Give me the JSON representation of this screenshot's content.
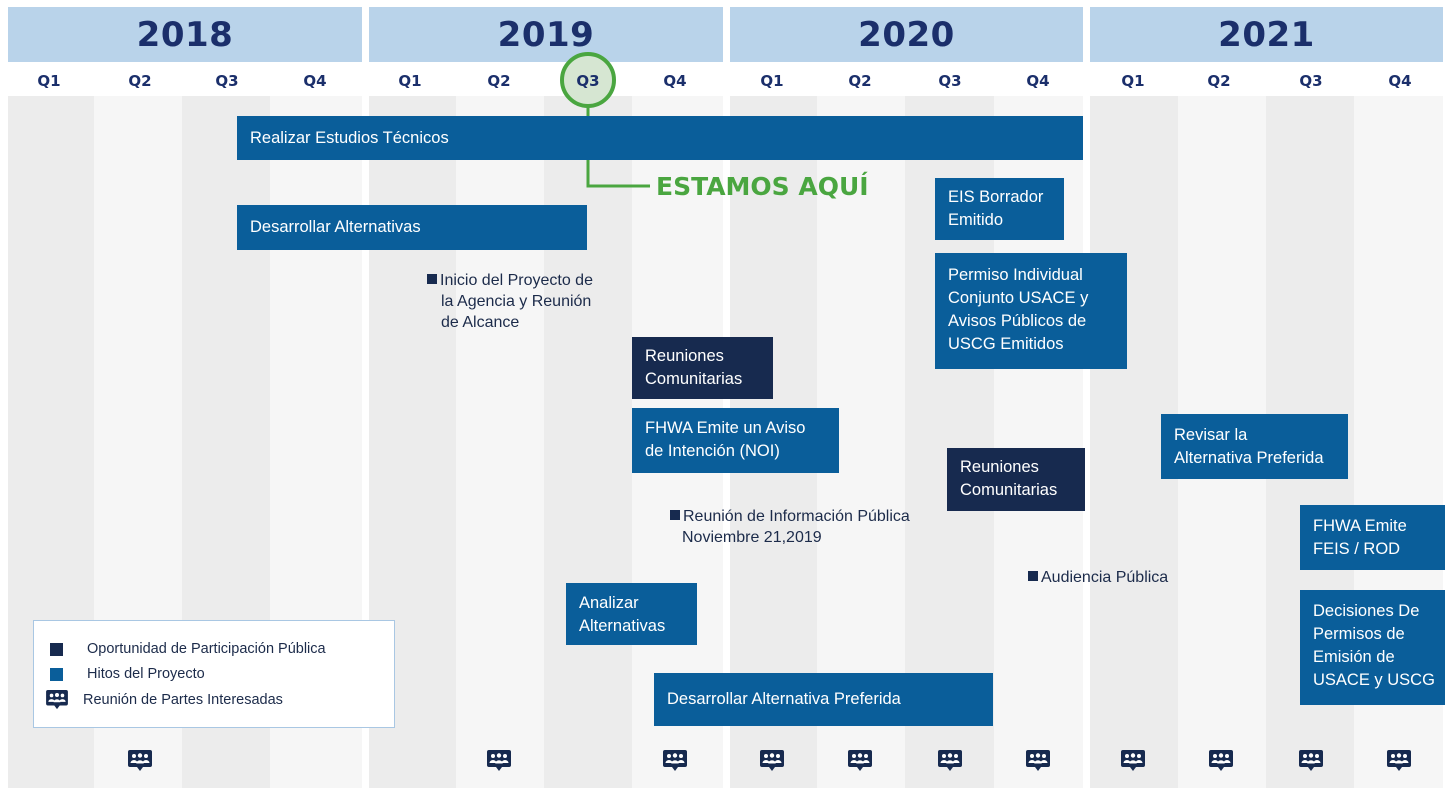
{
  "years": [
    "2018",
    "2019",
    "2020",
    "2021"
  ],
  "quarters": [
    "Q1",
    "Q2",
    "Q3",
    "Q4",
    "Q1",
    "Q2",
    "Q3",
    "Q4",
    "Q1",
    "Q2",
    "Q3",
    "Q4",
    "Q1",
    "Q2",
    "Q3",
    "Q4"
  ],
  "current_quarter_label": "Q3",
  "here_label": "ESTAMOS AQUÍ",
  "colors": {
    "milestone": "#0a5e9a",
    "public": "#172a4f",
    "here": "#4aa640",
    "year_band": "#b9d3ea"
  },
  "bars": {
    "estudios": "Realizar Estudios Técnicos",
    "desarrollar_alt": "Desarrollar Alternativas",
    "eis": [
      "EIS Borrador",
      "Emitido"
    ],
    "permiso": [
      "Permiso Individual",
      "Conjunto USACE y",
      "Avisos Públicos de",
      "USCG Emitidos"
    ],
    "reuniones_1": [
      "Reuniones",
      "Comunitarias"
    ],
    "fhwa_noi": [
      "FHWA Emite un Aviso",
      "de Intención (NOI)"
    ],
    "reuniones_2": [
      "Reuniones",
      "Comunitarias"
    ],
    "revisar": [
      "Revisar la",
      "Alternativa Preferida"
    ],
    "fhwa_feis": [
      "FHWA Emite",
      "FEIS / ROD"
    ],
    "decisiones": [
      "Decisiones De",
      "Permisos de",
      "Emisión de",
      "USACE y USCG"
    ],
    "analizar": [
      "Analizar",
      "Alternativas"
    ],
    "desarrollar_pref": "Desarrollar Alternativa Preferida"
  },
  "notes": {
    "inicio": [
      "Inicio del Proyecto de",
      "la Agencia y Reunión",
      "de Alcance"
    ],
    "reunion_info": "Reunión de Información Pública",
    "reunion_fecha": "Noviembre 21,2019",
    "audiencia": "Audiencia Pública"
  },
  "legend": {
    "public": "Oportunidad de Participación Pública",
    "milestone": "Hitos del Proyecto",
    "stakeholder": "Reunión de Partes Interesadas"
  },
  "stakeholder_meeting_icon": "people-group-icon"
}
